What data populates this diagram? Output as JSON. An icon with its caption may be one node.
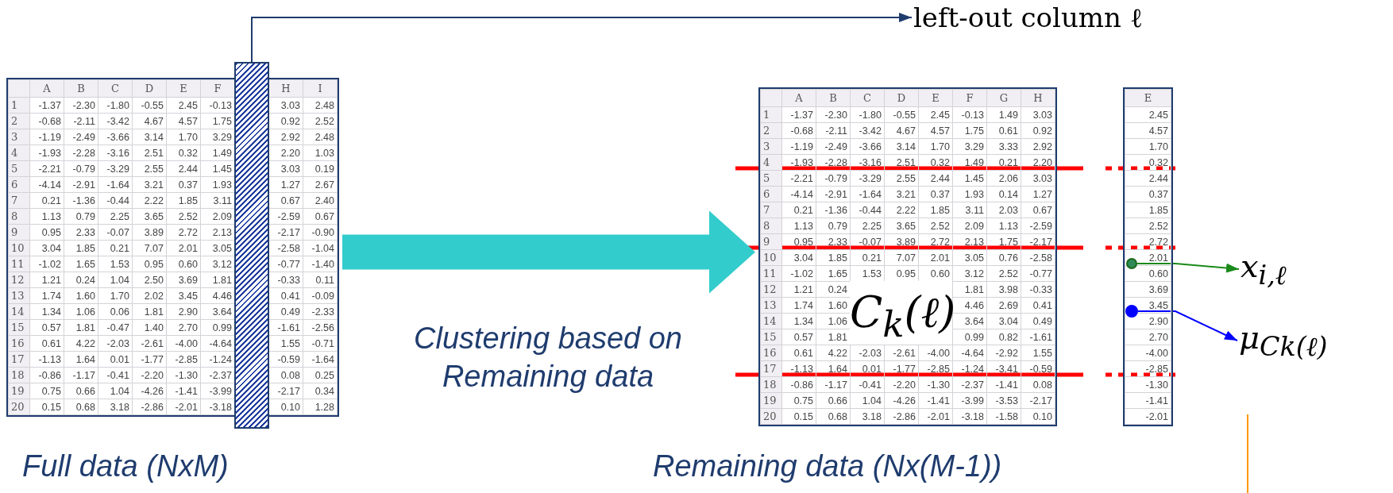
{
  "diagram": {
    "nodes": [
      {
        "text": [
          "A",
          "B",
          "C",
          "D",
          "E",
          "F",
          "H",
          "I",
          "1",
          "-1.37",
          "-2.30",
          "-1.80",
          "-0.55",
          "2.45",
          "-0.13",
          "3.03",
          "2.48",
          "2",
          "-0.68",
          "-2.11",
          "-3.42",
          "4.67",
          "4.57",
          "1.75",
          "0.92",
          "2.52",
          "3",
          "-1.19",
          "-2.49",
          "-3.66",
          "3.14",
          "1.70",
          "3.29",
          "2.92",
          "2.48",
          "4",
          "-1.93",
          "-2.28",
          "-3.16",
          "2.51",
          "0.32",
          "1.49",
          "2.20",
          "1.03",
          "5",
          "-2.21",
          "-0.79",
          "-3.29",
          "2.55",
          "2.44",
          "1.45",
          "3.03",
          "0.19",
          "6",
          "-4.14",
          "-2.91",
          "-1.64",
          "3.21",
          "0.37",
          "1.93",
          "1.27",
          "2.67",
          "7",
          "0.21",
          "-1.36",
          "-0.44",
          "2.22",
          "1.85",
          "3.11",
          "0.67",
          "2.40",
          "8",
          "1.13",
          "0.79",
          "2.25",
          "3.65",
          "2.52",
          "2.09",
          "-2.59",
          "0.67",
          "9",
          "0.95",
          "2.33",
          "-0.07",
          "3.89",
          "2.72",
          "2.13",
          "-2.17",
          "-0.90",
          "10",
          "3.04",
          "1.85",
          "0.21",
          "7.07",
          "2.01",
          "3.05",
          "-2.58",
          "-1.04",
          "11",
          "-1.02",
          "1.65",
          "1.53",
          "0.95",
          "0.60",
          "3.12",
          "-0.77",
          "-1.40",
          "12",
          "1.21",
          "0.24",
          "1.04",
          "2.50",
          "3.69",
          "1.81",
          "-0.33",
          "0.11",
          "13",
          "1.74",
          "1.60",
          "1.70",
          "2.02",
          "3.45",
          "4.46",
          "0.41",
          "-0.09",
          "14",
          "1.34",
          "1.06",
          "0.06",
          "1.81",
          "2.90",
          "3.64",
          "0.49",
          "-2.33",
          "15",
          "0.57",
          "1.81",
          "-0.47",
          "1.40",
          "2.70",
          "0.99",
          "-1.61",
          "-2.56",
          "16",
          "0.61",
          "4.22",
          "-2.03",
          "-2.61",
          "-4.00",
          "-4.64",
          "1.55",
          "-0.71",
          "17",
          "-1.13",
          "1.64",
          "0.01",
          "-1.77",
          "-2.85",
          "-1.24",
          "-0.59",
          "-1.64",
          "18",
          "-0.86",
          "-1.17",
          "-0.41",
          "-2.20",
          "-1.30",
          "-2.37",
          "0.08",
          "0.25",
          "19",
          "0.75",
          "0.66",
          "1.04",
          "-4.26",
          "-1.41",
          "-3.99",
          "-2.17",
          "0.34",
          "20",
          "0.15",
          "0.68",
          "3.18",
          "-2.86",
          "-2.01",
          "-3.18",
          "0.10",
          "1.28"
        ]
      },
      {
        "text": [],
        "shape": "bar"
      },
      {
        "text": [
          "left-out column ℓ"
        ]
      },
      {
        "text": [
          "A",
          "B",
          "C",
          "D",
          "E",
          "F",
          "G",
          "H",
          "1",
          "-1.37",
          "-2.30",
          "-1.80",
          "-0.55",
          "2.45",
          "-0.13",
          "1.49",
          "3.03",
          "2",
          "-0.68",
          "-2.11",
          "-3.42",
          "4.67",
          "4.57",
          "1.75",
          "0.61",
          "0.92",
          "3",
          "-1.19",
          "-2.49",
          "-3.66",
          "3.14",
          "1.70",
          "3.29",
          "3.33",
          "2.92",
          "4",
          "-1.93",
          "-2.28",
          "-3.16",
          "2.51",
          "0.32",
          "1.49",
          "0.21",
          "2.20",
          "5",
          "-2.21",
          "-0.79",
          "-3.29",
          "2.55",
          "2.44",
          "1.45",
          "2.06",
          "3.03",
          "6",
          "-4.14",
          "-2.91",
          "-1.64",
          "3.21",
          "0.37",
          "1.93",
          "0.14",
          "1.27",
          "7",
          "0.21",
          "-1.36",
          "-0.44",
          "2.22",
          "1.85",
          "3.11",
          "2.03",
          "0.67",
          "8",
          "1.13",
          "0.79",
          "2.25",
          "3.65",
          "2.52",
          "2.09",
          "1.13",
          "-2.59",
          "9",
          "0.95",
          "2.33",
          "-0.07",
          "3.89",
          "2.72",
          "2.13",
          "1.75",
          "-2.17",
          "10",
          "3.04",
          "1.85",
          "0.21",
          "7.07",
          "2.01",
          "3.05",
          "0.76",
          "-2.58",
          "11",
          "-1.02",
          "1.65",
          "1.53",
          "0.95",
          "0.60",
          "3.12",
          "2.52",
          "-0.77",
          "12",
          "1.21",
          "0.24",
          "1.81",
          "3.98",
          "-0.33",
          "13",
          "1.74",
          "1.60",
          "4.46",
          "2.69",
          "0.41",
          "14",
          "1.34",
          "1.06",
          "3.64",
          "3.04",
          "0.49",
          "15",
          "0.57",
          "1.81",
          "0.99",
          "0.82",
          "-1.61",
          "16",
          "0.61",
          "4.22",
          "-2.03",
          "-2.61",
          "-4.00",
          "-4.64",
          "-2.92",
          "1.55",
          "17",
          "-1.13",
          "1.64",
          "0.01",
          "-1.77",
          "-2.85",
          "-1.24",
          "-3.41",
          "-0.59",
          "18",
          "-0.86",
          "-1.17",
          "-0.41",
          "-2.20",
          "-1.30",
          "-2.37",
          "-1.41",
          "0.08",
          "19",
          "0.75",
          "0.66",
          "1.04",
          "-4.26",
          "-1.41",
          "-3.99",
          "-3.53",
          "-2.17",
          "20",
          "0.15",
          "0.68",
          "3.18",
          "-2.86",
          "-2.01",
          "-3.18",
          "-1.58",
          "0.10"
        ]
      },
      {
        "text": [
          "C$_{k}$(ℓ)"
        ],
        "in": 3
      },
      {
        "text": [
          "E",
          "2.45",
          "4.57",
          "1.70",
          "0.32",
          "2.44",
          "0.37",
          "1.85",
          "2.52",
          "2.72",
          "2.01",
          "0.60",
          "3.69",
          "3.45",
          "2.90",
          "2.70",
          "-4.00",
          "-2.85",
          "-1.30",
          "-1.41",
          "-2.01"
        ]
      },
      {
        "text": [],
        "shape": "circle",
        "in": 5
      },
      {
        "text": [
          "x$_{i,ℓ}$"
        ]
      },
      {
        "text": [],
        "shape": "circle",
        "in": 5
      },
      {
        "text": [
          "μ$_{Ck(ℓ)}$"
        ]
      }
    ],
    "edges": [
      {
        "from": 1,
        "to": 2,
        "arrow": "to",
        "color": "#1f3c6e"
      },
      {
        "from": 0,
        "to": 3,
        "arrow": "to",
        "label": "Clustering based on Remaining data",
        "style": "thick",
        "color": "#33cccc"
      },
      {
        "from": 6,
        "to": 7,
        "arrow": "to",
        "color": "#1a8a1a"
      },
      {
        "from": 8,
        "to": 9,
        "arrow": "to",
        "color": "#0000ff"
      }
    ],
    "labels": [
      "Full data (NxM)",
      "Remaining data (Nx(M-1))"
    ]
  }
}
